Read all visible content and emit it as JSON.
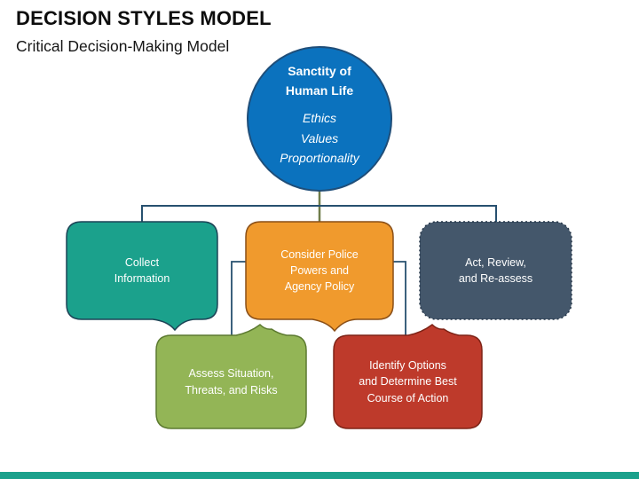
{
  "header": {
    "title": "DECISION STYLES MODEL",
    "subtitle": "Critical Decision-Making Model"
  },
  "circle": {
    "heading": "Sanctity of\nHuman Life",
    "values": "Ethics\nValues\nProportionality",
    "fill": "#0B72BE"
  },
  "boxes": {
    "collect": {
      "label": "Collect\nInformation",
      "fill": "#1BA18C"
    },
    "police": {
      "label": "Consider Police\nPowers and\nAgency Policy",
      "fill": "#F09A2D"
    },
    "act": {
      "label": "Act, Review,\nand Re-assess",
      "fill": "#44576B"
    },
    "assess": {
      "label": "Assess Situation,\nThreats, and Risks",
      "fill": "#93B556"
    },
    "identify": {
      "label": "Identify Options\nand Determine Best\nCourse of Action",
      "fill": "#BE3A2B"
    }
  },
  "connectors": {
    "primary_color": "#27506F",
    "stem_color": "#6F7D4B"
  },
  "footer": {
    "accent_color": "#1BA18C"
  }
}
